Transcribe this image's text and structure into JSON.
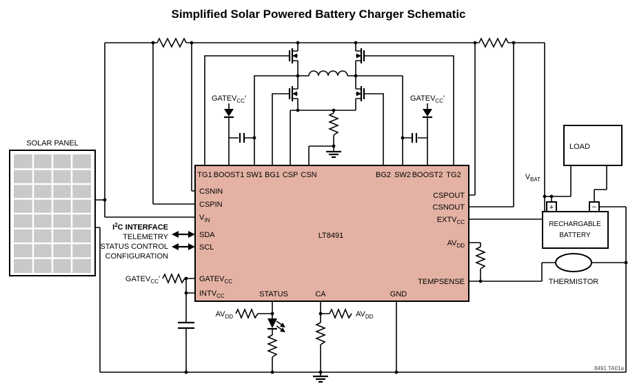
{
  "title": "Simplified Solar Powered Battery Charger Schematic",
  "footnote": "8491 TA01a",
  "colors": {
    "chip_fill": "#e4b2a4",
    "cell_fill": "#c9c9c9"
  },
  "solar_panel": {
    "label": "SOLAR PANEL"
  },
  "chip": {
    "name": "LT8491",
    "pins_top": [
      "TG1",
      "BOOST1",
      "SW1",
      "BG1",
      "CSP",
      "CSN",
      "BG2",
      "SW2",
      "BOOST2",
      "TG2"
    ],
    "pins_left": {
      "csnin": "CSNIN",
      "cspin": "CSPIN",
      "sda": "SDA",
      "scl": "SCL"
    },
    "pins_bottom": {
      "status": "STATUS",
      "ca": "CA",
      "gnd": "GND"
    },
    "pins_right": {
      "cspout": "CSPOUT",
      "csnout": "CSNOUT",
      "tempsense": "TEMPSENSE"
    },
    "sub_pins": {
      "vin": {
        "main": "V",
        "sub": "IN"
      },
      "gatevcc": {
        "main": "GATEV",
        "sub": "CC"
      },
      "intvcc": {
        "main": "INTV",
        "sub": "CC"
      },
      "extvcc": {
        "main": "EXTV",
        "sub": "CC"
      },
      "avdd": {
        "main": "AV",
        "sub": "DD"
      }
    }
  },
  "labels": {
    "gatevcc_prime": {
      "main": "GATEV",
      "sub": "CC",
      "suffix": "′"
    },
    "avdd": {
      "main": "AV",
      "sub": "DD"
    },
    "vbat": {
      "main": "V",
      "sub": "BAT"
    },
    "i2c": {
      "pre": "I",
      "sup": "2",
      "post": "C INTERFACE"
    },
    "telemetry": "TELEMETRY",
    "status_control": "STATUS CONTROL",
    "configuration": "CONFIGURATION",
    "load": "LOAD",
    "battery_line1": "RECHARGABLE",
    "battery_line2": "BATTERY",
    "thermistor": "THERMISTOR",
    "plus": "+",
    "minus": "–"
  }
}
